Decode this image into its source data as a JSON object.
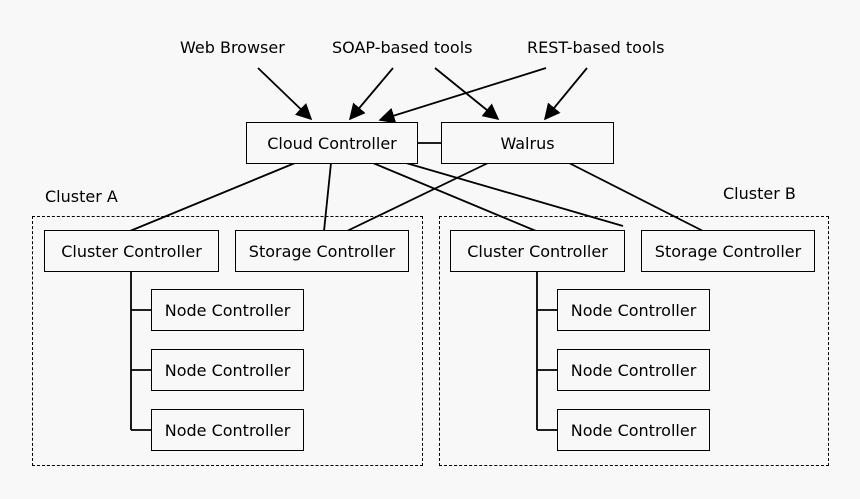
{
  "sources": {
    "web_browser": "Web Browser",
    "soap_tools": "SOAP-based tools",
    "rest_tools": "REST-based tools"
  },
  "cloud_controller": "Cloud Controller",
  "walrus": "Walrus",
  "cluster_a": {
    "label": "Cluster A",
    "cluster_controller": "Cluster Controller",
    "storage_controller": "Storage Controller",
    "nodes": [
      "Node Controller",
      "Node Controller",
      "Node Controller"
    ]
  },
  "cluster_b": {
    "label": "Cluster B",
    "cluster_controller": "Cluster Controller",
    "storage_controller": "Storage Controller",
    "nodes": [
      "Node Controller",
      "Node Controller",
      "Node Controller"
    ]
  }
}
